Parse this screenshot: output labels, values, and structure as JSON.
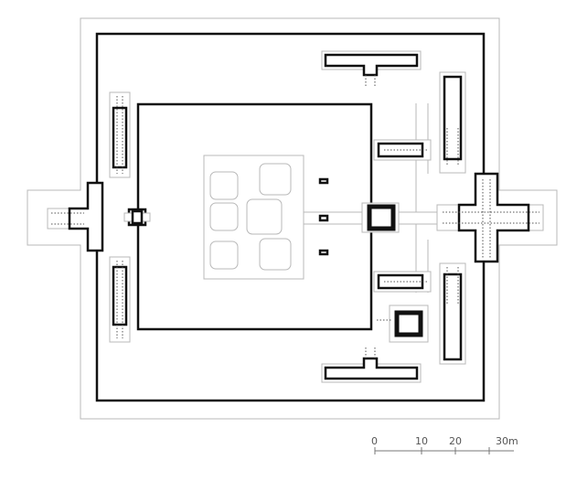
{
  "scale_bar": {
    "labels": [
      "0",
      "10",
      "20",
      "30m"
    ]
  },
  "colors": {
    "wall": "#111111",
    "outline": "#b8b8b8",
    "scale": "#555555"
  }
}
